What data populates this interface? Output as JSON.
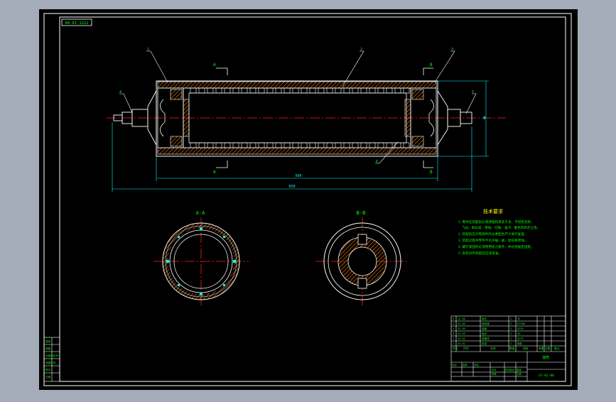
{
  "colors": {
    "viewport_bg": "#a3acb8",
    "sheet": "#000000",
    "line_white": "#ffffff",
    "center_line": "#ff2020",
    "dimension": "#00ffff",
    "hatch": "#ff8000",
    "annotation_text": "#00ff00",
    "note_title": "#ffff00",
    "border": "#ffffff"
  },
  "drawing": {
    "code_box": "00-01-1222",
    "leaders": [
      "1",
      "2",
      "3",
      "4",
      "5",
      "6"
    ],
    "section_marks": [
      "A",
      "A",
      "B",
      "B"
    ],
    "overall_dim": "650",
    "inner_dim": "560",
    "dia_dim": "Φ"
  },
  "sections": {
    "a_title": "A-A",
    "b_title": "B-B"
  },
  "tech_req": {
    "title": "技术要求",
    "lines": [
      "1.零件在装配前必须清理和清洗干净，不得有毛刺、",
      "飞边、氧化皮、锈蚀、切屑、油污、着色剂和灰尘等。",
      "2.装配前应对零部件的主要配合尺寸进行复查。",
      "3.装配过程中零件不允许磕、碰、划伤和锈蚀。",
      "4.螺钉紧固时必须使用扭力扳手，并达到规定扭矩。",
      "5.各密封件装配前应浸透油。"
    ]
  },
  "title_block": {
    "parts": [
      {
        "no": "6",
        "code": "JX-06",
        "name": "轴头",
        "qty": "1",
        "mat": "45"
      },
      {
        "no": "5",
        "code": "JX-05",
        "name": "轴承座",
        "qty": "2",
        "mat": "HT200"
      },
      {
        "no": "4",
        "code": "JX-04",
        "name": "端盖",
        "qty": "2",
        "mat": "Q235"
      },
      {
        "no": "3",
        "code": "JX-03",
        "name": "轴头",
        "qty": "1",
        "mat": "45"
      },
      {
        "no": "2",
        "code": "JX-02",
        "name": "滚筒体",
        "qty": "1",
        "mat": "Q235"
      },
      {
        "no": "1",
        "code": "JX-01",
        "name": "胶层",
        "qty": "1",
        "mat": "橡胶"
      }
    ],
    "header": [
      "序号",
      "代号",
      "名称",
      "数量",
      "材料",
      "单重",
      "总重",
      "备注"
    ],
    "drawing_name": "滚筒",
    "drawing_no": "GT-01-00",
    "sign_labels": [
      "标记",
      "处数",
      "分区",
      "更改文件号",
      "签名",
      "年月日"
    ],
    "review_labels": [
      "设计",
      "审核",
      "工艺",
      "批准"
    ],
    "scale_labels": [
      "阶段标记",
      "重量",
      "比例"
    ]
  },
  "side_table": [
    "借用",
    "描图",
    "旧底图总号",
    "底图总号",
    "签字",
    "日期"
  ]
}
